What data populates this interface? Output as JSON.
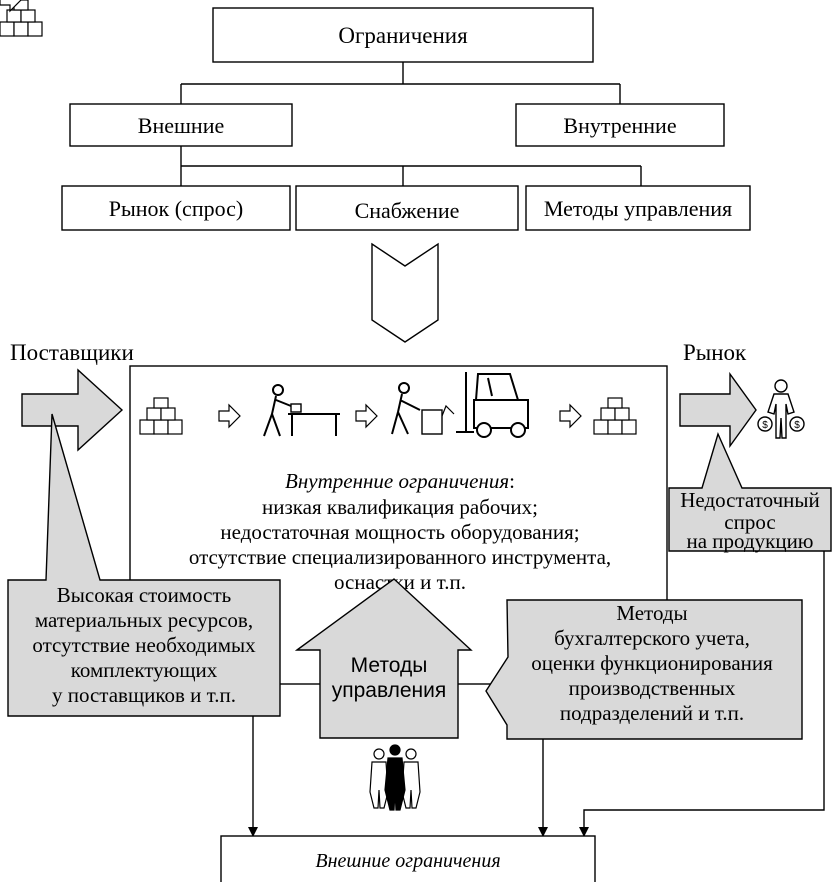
{
  "tree": {
    "root": "Ограничения",
    "external": "Внешние",
    "internal": "Внутренние",
    "market": "Рынок (спрос)",
    "supply": "Снабжение",
    "methods": "Методы управления"
  },
  "flow": {
    "suppliers": "Поставщики",
    "market": "Рынок"
  },
  "internal_constraints": {
    "title": "Внутренние ограничения",
    "title_suffix": ":",
    "line1": "низкая квалификация рабочих;",
    "line2": "недостаточная мощность оборудования;",
    "line3": "отсутствие специализированного инструмента,",
    "line4": "оснастки и т.п."
  },
  "callouts": {
    "demand": [
      "Недостаточный",
      "спрос",
      "на продукцию"
    ],
    "supplier_costs": [
      "Высокая стоимость",
      "материальных ресурсов,",
      "отсутствие необходимых",
      "комплектующих",
      "у поставщиков и т.п."
    ],
    "management": [
      "Методы",
      "управления"
    ],
    "accounting": [
      "Методы",
      "бухгалтерского учета,",
      "оценки функционирования",
      "производственных",
      "подразделений и т.п."
    ]
  },
  "bottom": {
    "external_constraints": "Внешние ограничения"
  },
  "colors": {
    "callout_fill": "#d9d9d9",
    "stroke": "#000000"
  }
}
